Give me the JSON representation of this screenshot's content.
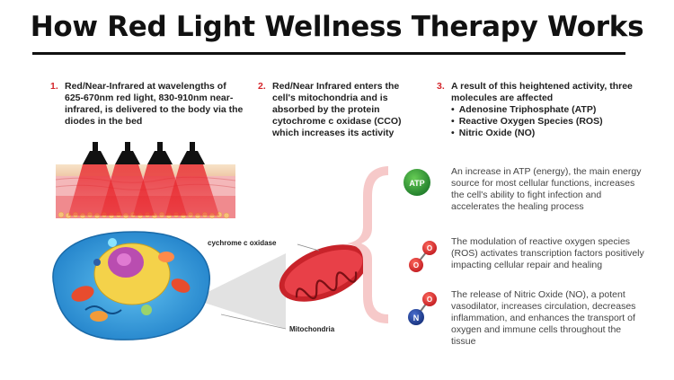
{
  "title": "How Red Light Wellness Therapy Works",
  "steps": [
    {
      "num": "1.",
      "text": "Red/Near-Infrared at wavelengths of 625-670nm red light, 830-910nm near-infrared, is delivered to the body via the diodes in the bed"
    },
    {
      "num": "2.",
      "text": "Red/Near Infrared enters the cell's mitochondria and is absorbed by the protein cytochrome c oxidase (CCO) which increases its activity"
    },
    {
      "num": "3.",
      "text": "A result of this heightened activity, three molecules are affected",
      "bullets": [
        "Adenosine Triphosphate (ATP)",
        "Reactive Oxygen Species (ROS)",
        "Nitric Oxide (NO)"
      ]
    }
  ],
  "labels": {
    "cco": "cychrome c oxidase",
    "mitochondria": "Mitochondria"
  },
  "molecules": {
    "atp": "ATP",
    "o": "O",
    "n": "N"
  },
  "effects": [
    {
      "text": "An increase in ATP (energy), the main energy source for most cellular functions, increases the cell's ability to fight infection and accelerates the healing process"
    },
    {
      "text": "The modulation of reactive oxygen species (ROS) activates transcription factors positively impacting cellular repair and healing"
    },
    {
      "text": "The release of Nitric Oxide (NO), a potent vasodilator, increases circulation, decreases inflammation, and enhances the transport of oxygen and immune cells throughout the tissue"
    }
  ],
  "colors": {
    "accent_red": "#d4252b",
    "atp_green": "#2f9a3a",
    "no_blue": "#1f3f8f",
    "brace_pink": "#f6c9c9"
  }
}
